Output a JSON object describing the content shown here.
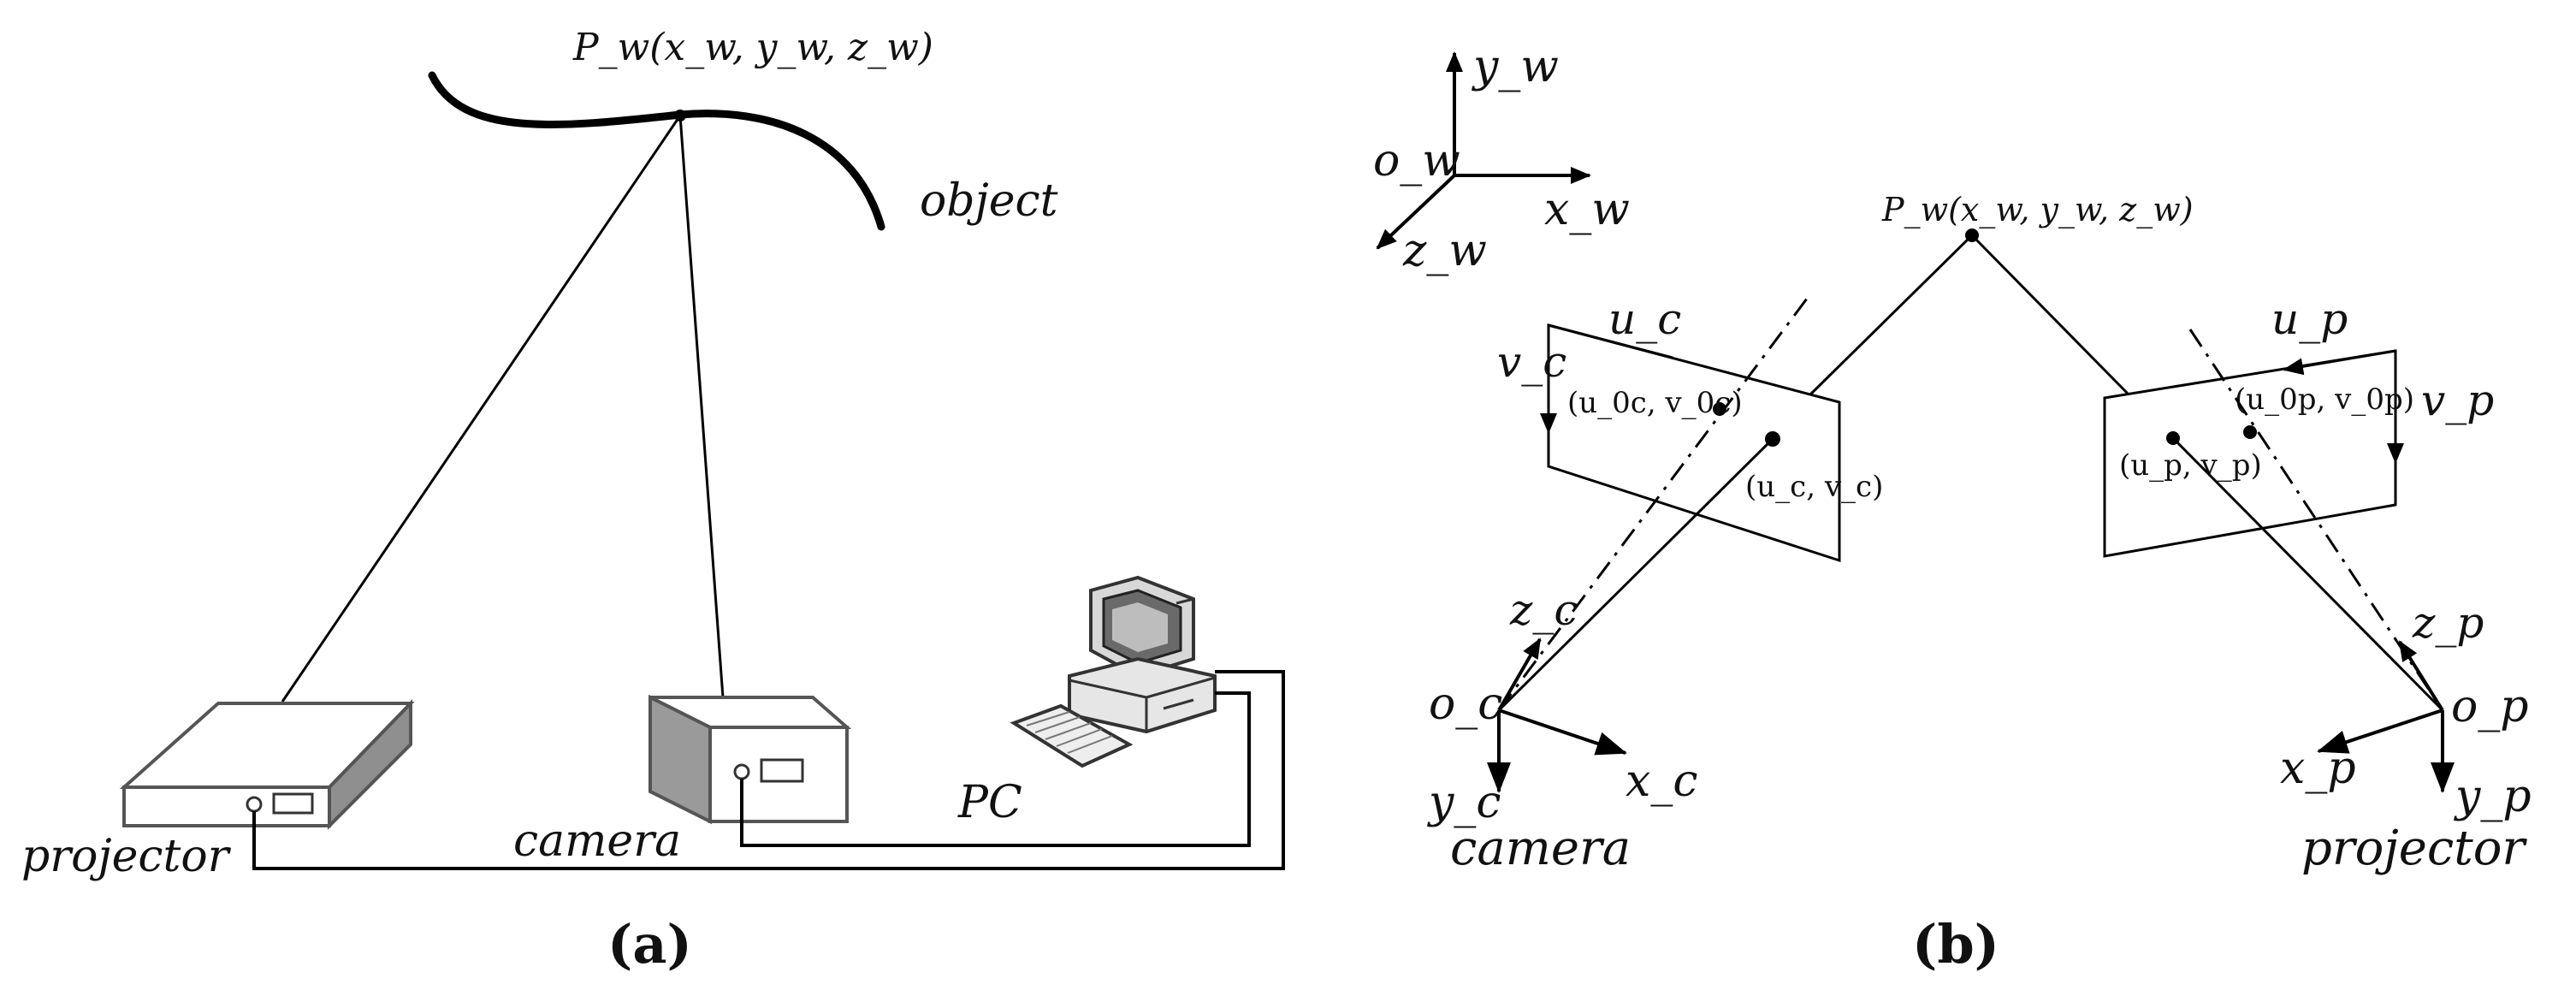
{
  "panel_a": {
    "point_label": "P_w(x_w, y_w, z_w)",
    "object_label": "object",
    "projector_label": "projector",
    "camera_label": "camera",
    "pc_label": "PC",
    "panel_label": "(a)"
  },
  "panel_b": {
    "world_axes": {
      "y": "y_w",
      "o": "o_w",
      "x": "x_w",
      "z": "z_w"
    },
    "point_label": "P_w(x_w, y_w, z_w)",
    "camera_plane": {
      "u": "u_c",
      "v": "v_c",
      "principal": "(u_0c, v_0c)",
      "point": "(u_c, v_c)"
    },
    "projector_plane": {
      "u": "u_p",
      "v": "v_p",
      "principal": "(u_0p, v_0p)",
      "point": "(u_p, v_p)"
    },
    "camera_axes": {
      "z": "z_c",
      "o": "o_c",
      "x": "x_c",
      "y": "y_c"
    },
    "projector_axes": {
      "z": "z_p",
      "o": "o_p",
      "x": "x_p",
      "y": "y_p"
    },
    "camera_label": "camera",
    "projector_label": "projector",
    "panel_label": "(b)"
  }
}
